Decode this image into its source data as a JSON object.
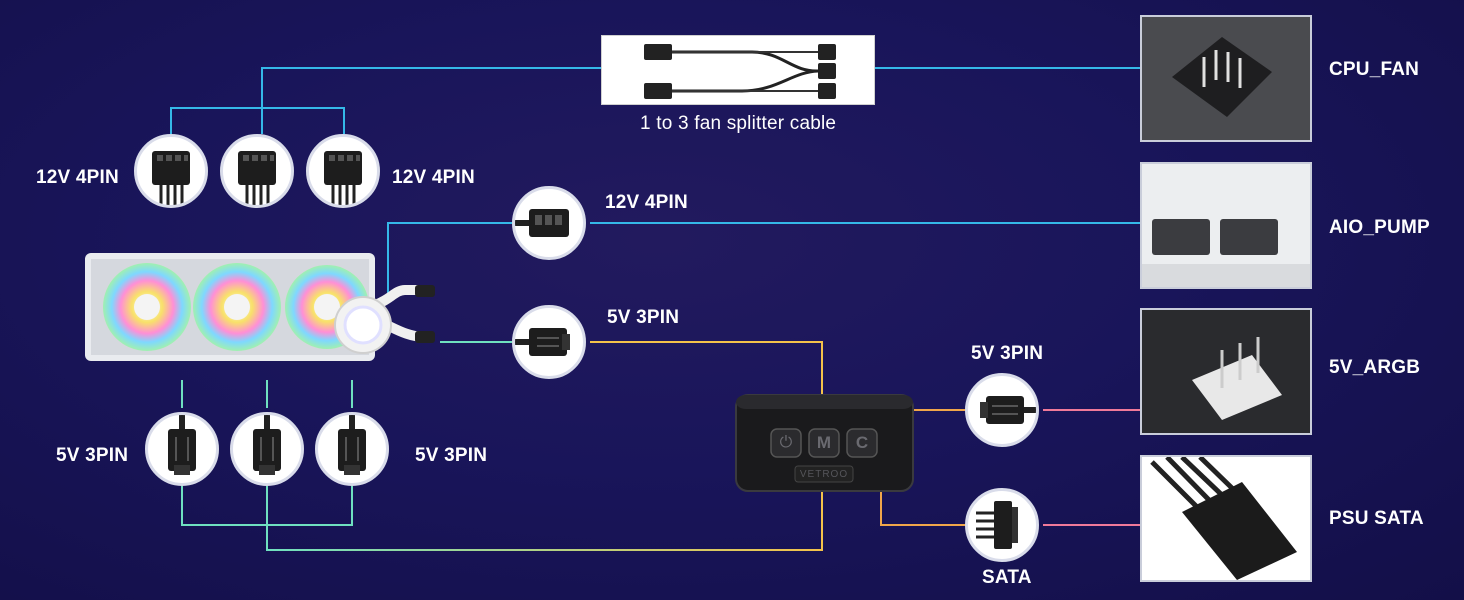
{
  "labels": {
    "fan_left_12v": "12V 4PIN",
    "fan_right_12v": "12V 4PIN",
    "pump_12v": "12V 4PIN",
    "argb_5v": "5V 3PIN",
    "hub_argb_5v": "5V 3PIN",
    "argb_left_5v": "5V 3PIN",
    "argb_right_5v": "5V 3PIN",
    "sata": "SATA",
    "splitter_caption": "1 to 3 fan splitter cable"
  },
  "headers": {
    "cpu_fan": "CPU_FAN",
    "aio_pump": "AIO_PUMP",
    "argb": "5V_ARGB",
    "psu_sata": "PSU SATA"
  },
  "hub": {
    "brand": "VETROO",
    "buttons": [
      "⏻",
      "M",
      "C"
    ]
  },
  "colors": {
    "background": "#19155a",
    "wire_blue": "#35b8e8",
    "wire_yellow": "#f4c24a",
    "wire_orange": "#f0a64a",
    "wire_pink": "#f07a9a",
    "wire_green": "#6fe0c0"
  }
}
